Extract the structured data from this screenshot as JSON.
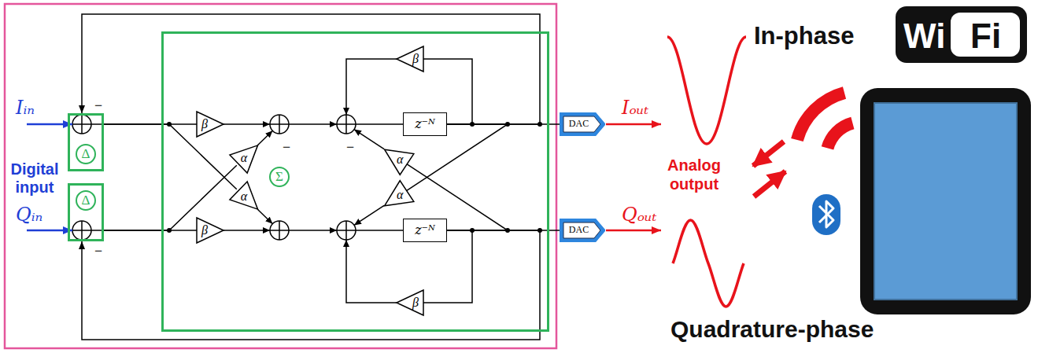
{
  "diagram": {
    "nodes": [
      {
        "text": [
          "Δ"
        ]
      },
      {
        "text": [
          "Σ"
        ]
      },
      {
        "text": [
          "β"
        ],
        "in": 1
      },
      {
        "text": [
          "α"
        ],
        "in": 1
      },
      {
        "text": [
          "α"
        ],
        "in": 1
      },
      {
        "text": [
          "β"
        ],
        "in": 1
      },
      {
        "text": [
          "β"
        ],
        "in": 1
      },
      {
        "text": [
          "z⁻ᴺ"
        ],
        "in": 1
      },
      {
        "text": [
          "α"
        ],
        "in": 1
      },
      {
        "text": [
          "α"
        ],
        "in": 1
      },
      {
        "text": [
          "z⁻ᴺ"
        ],
        "in": 1
      },
      {
        "text": [
          "β"
        ],
        "in": 1
      },
      {
        "text": [
          "Δ"
        ]
      },
      {
        "text": [
          "DAC"
        ]
      },
      {
        "text": [
          "DAC"
        ]
      }
    ],
    "edges": [
      {
        "from": 0,
        "to": 2,
        "arrow": "none"
      },
      {
        "from": 0,
        "to": 4,
        "arrow": "none"
      },
      {
        "from": 12,
        "to": 5,
        "arrow": "none"
      },
      {
        "from": 12,
        "to": 3,
        "arrow": "none"
      },
      {
        "from": 7,
        "to": 6,
        "arrow": "none"
      },
      {
        "from": 7,
        "to": 9,
        "arrow": "none"
      },
      {
        "from": 7,
        "to": 13,
        "arrow": "none"
      },
      {
        "from": 7,
        "to": 0,
        "arrow": "to"
      },
      {
        "from": 10,
        "to": 11,
        "arrow": "none"
      },
      {
        "from": 10,
        "to": 8,
        "arrow": "none"
      },
      {
        "from": 10,
        "to": 14,
        "arrow": "none"
      },
      {
        "from": 10,
        "to": 12,
        "arrow": "to"
      }
    ],
    "labels": [
      "Iᵢₙ",
      "Qᵢₙ",
      "Digital input",
      "−",
      "−",
      "−",
      "−",
      "Iₒᵤₜ",
      "Qₒᵤₜ",
      "In-phase",
      "Analog output",
      "Quadrature-phase",
      "Wi",
      "Fi"
    ]
  }
}
